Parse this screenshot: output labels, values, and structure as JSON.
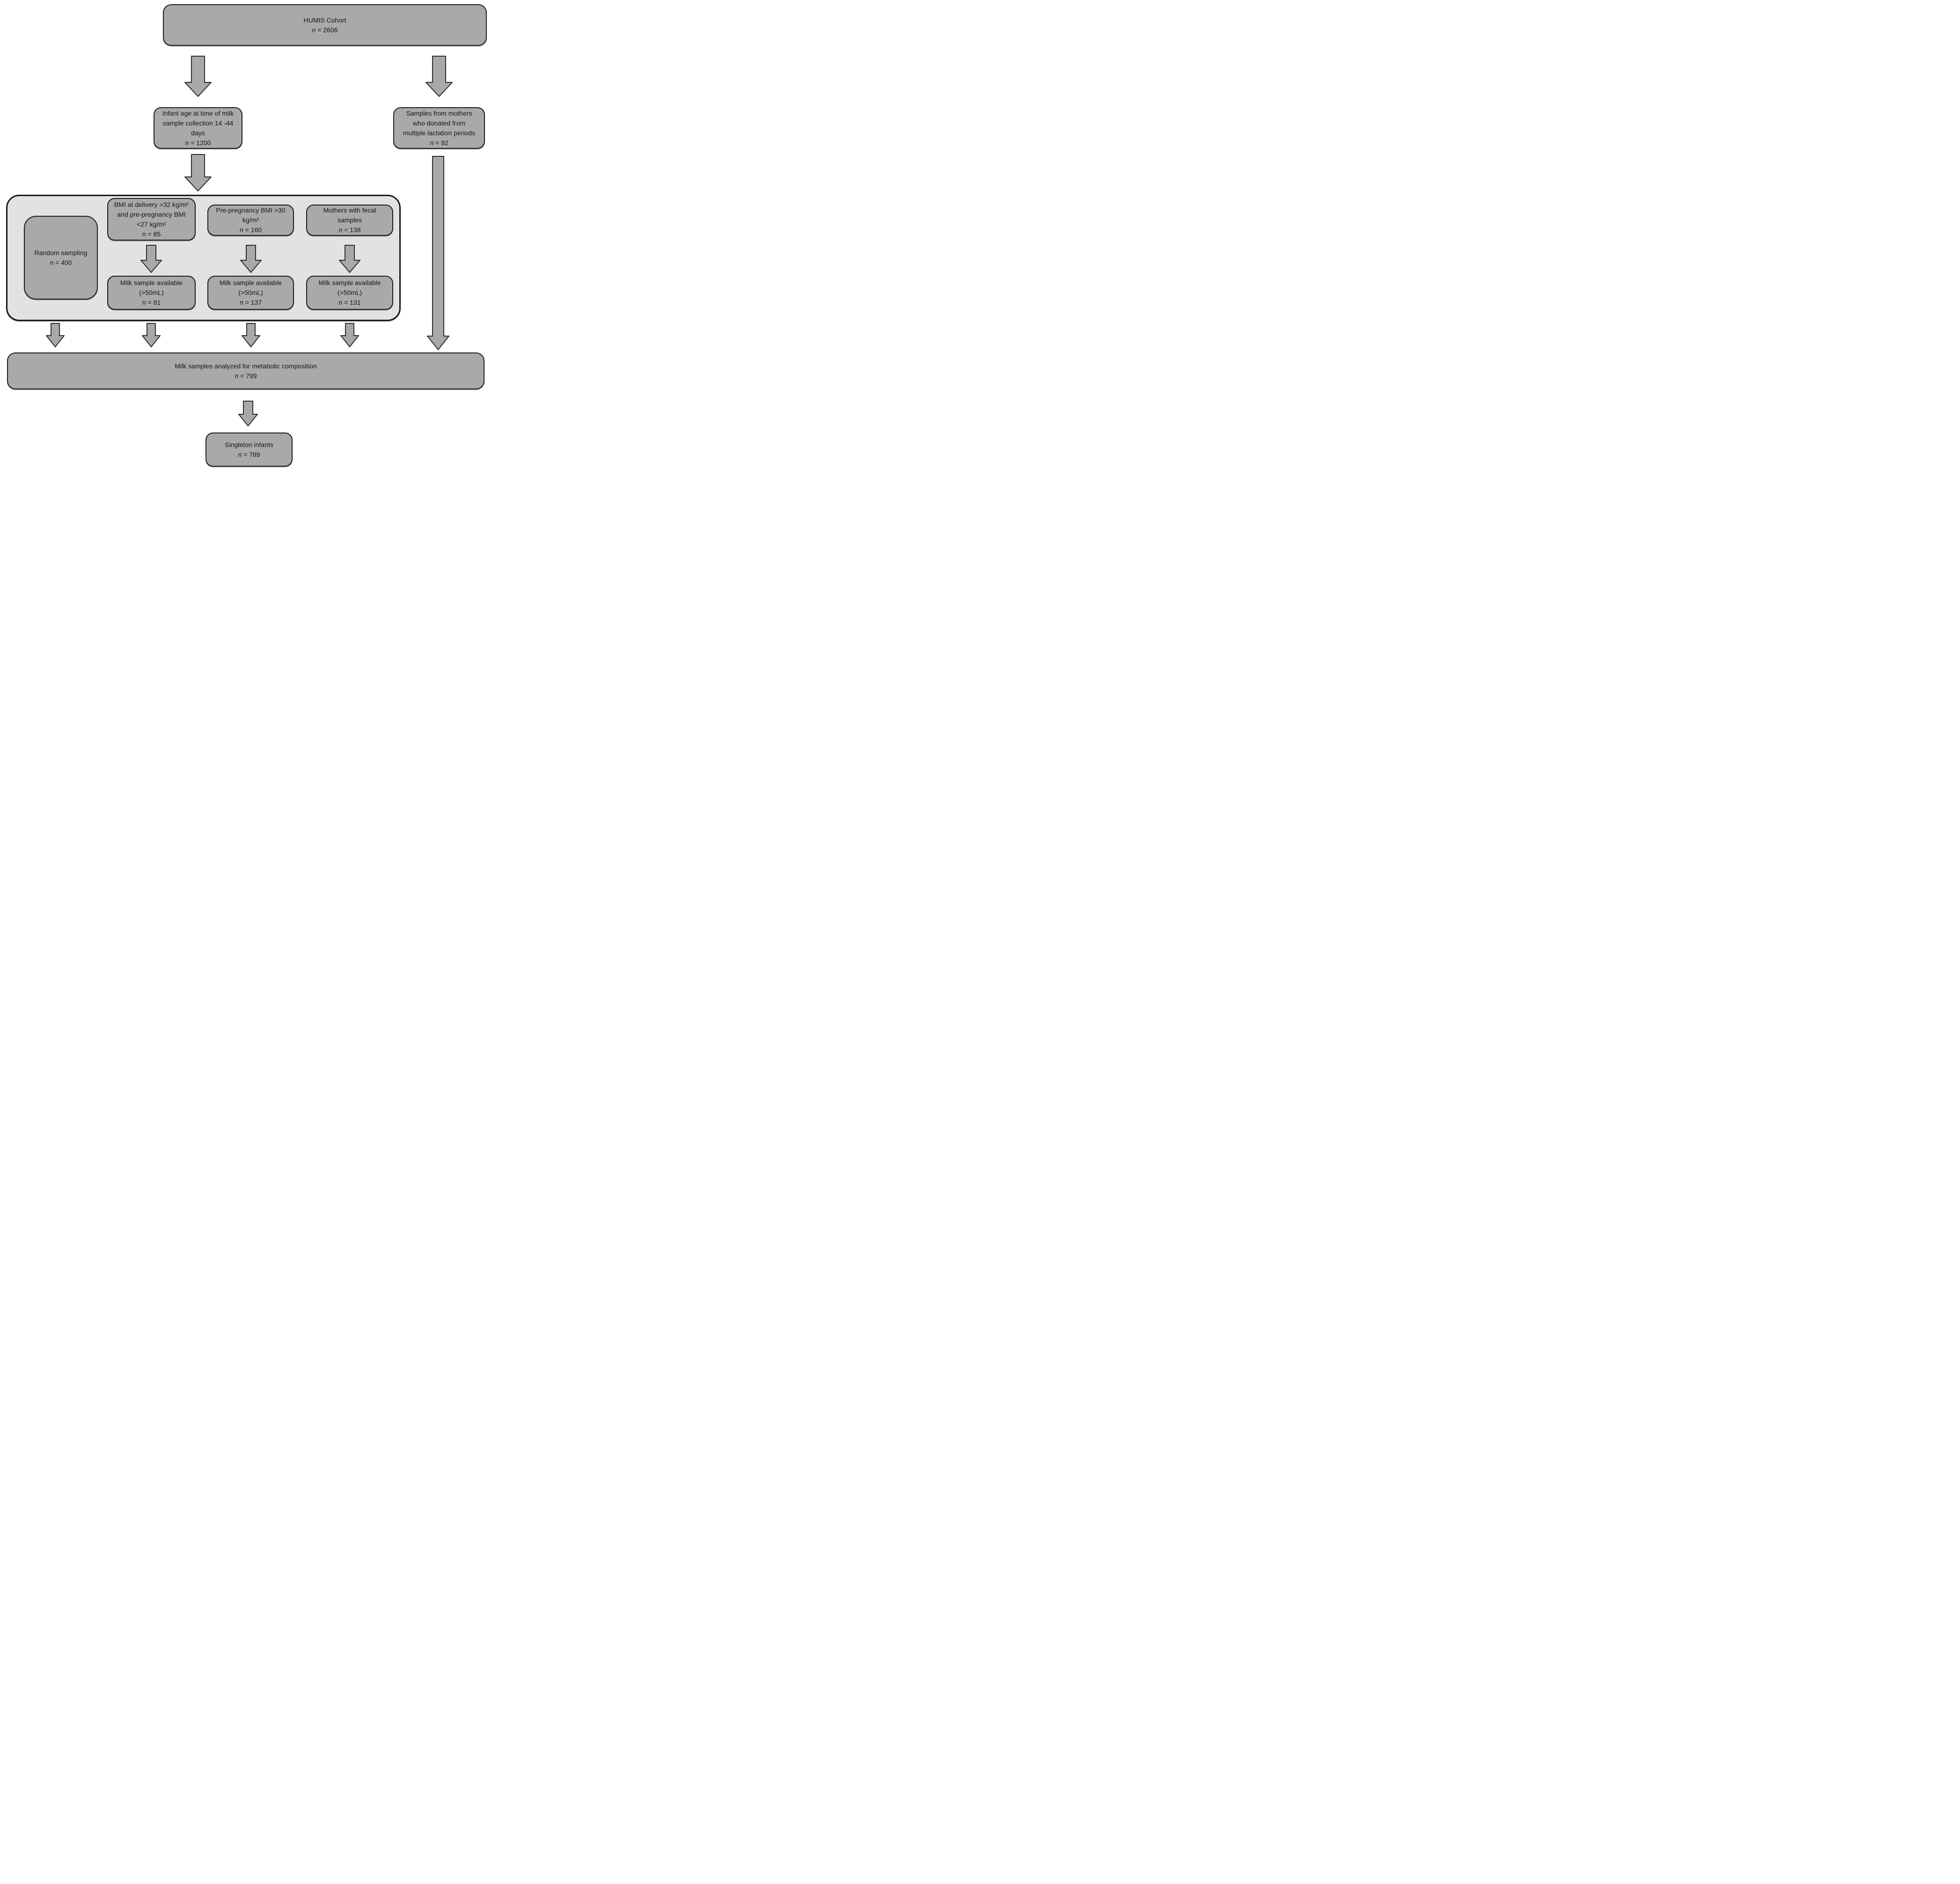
{
  "nodes": {
    "humis": {
      "text": "HUMIS Cohort",
      "count": "n = 2606"
    },
    "infant_age": {
      "text": "Infant age at time of milk\nsample collection  14 -44\ndays",
      "count": "n = 1200"
    },
    "multiple_lactation": {
      "text": "Samples from mothers\nwho donated from\nmultiple  lactation periods",
      "count": "n = 92"
    },
    "random_sampling": {
      "text": "Random sampling",
      "count": "n = 400"
    },
    "bmi_delivery": {
      "text": "BMI at delivery  >32 kg/m²\nand pre-pregnancy  BMI\n<27 kg/m²",
      "count": "n = 85"
    },
    "prepregnancy_bmi": {
      "text": "Pre-pregnancy  BMI >30\nkg/m²",
      "count": "n = 160"
    },
    "fecal_samples": {
      "text": "Mothers with fecal\nsamples",
      "count": "n = 138"
    },
    "milk_available_1": {
      "text": "Milk sample available\n(>50mL)",
      "count": "n = 81"
    },
    "milk_available_2": {
      "text": "Milk sample available\n(>50mL)",
      "count": "n = 137"
    },
    "milk_available_3": {
      "text": "Milk sample available\n(>50mL)",
      "count": "n = 131"
    },
    "analyzed": {
      "text": "Milk samples analyzed for metabolic  composition",
      "count": "n = 799"
    },
    "singleton": {
      "text": "Singleton infants",
      "count": "n = 789"
    }
  },
  "colors": {
    "node_fill": "#a9a9a9",
    "group_fill": "#e2e2e2",
    "border": "#1c1c1c",
    "arrow_fill": "#a9a9a9",
    "arrow_stroke": "#2d2d2d",
    "background": "#ffffff"
  }
}
